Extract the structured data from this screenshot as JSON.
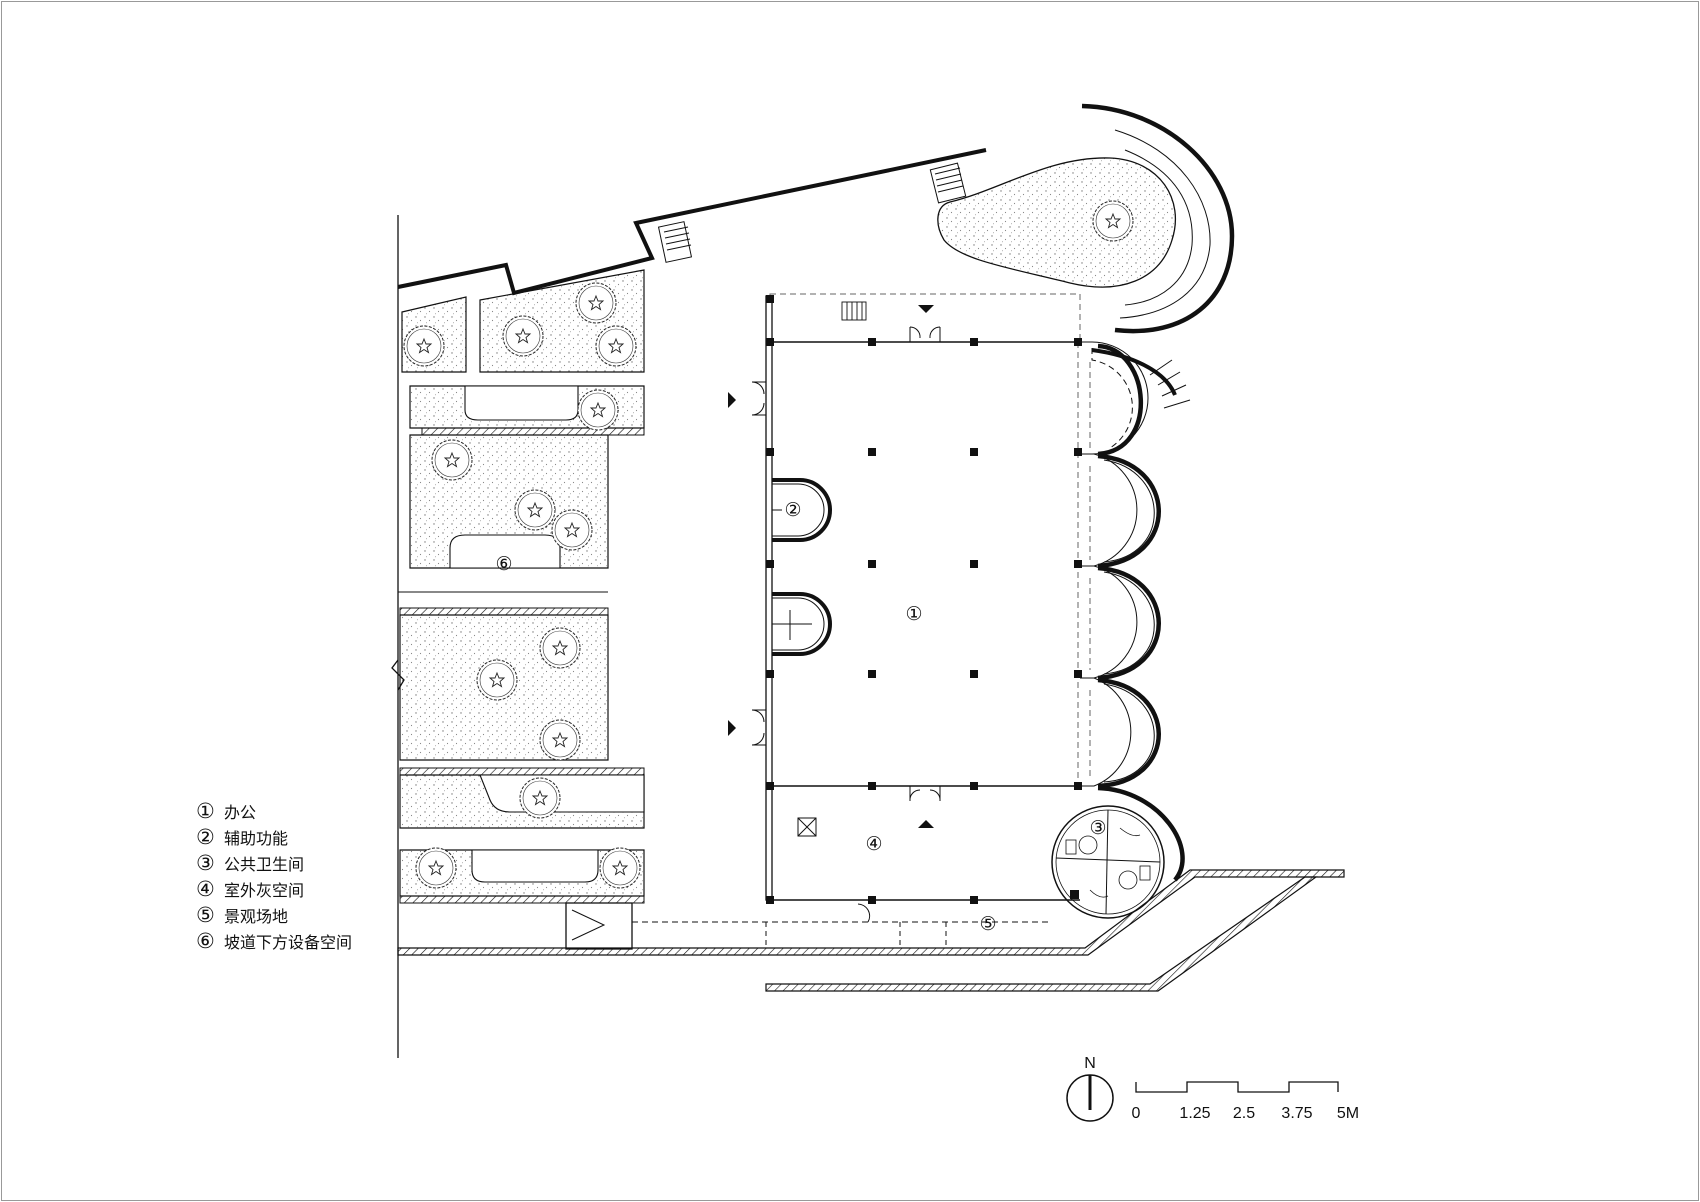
{
  "legend": [
    {
      "num": "①",
      "label": "办公"
    },
    {
      "num": "②",
      "label": "辅助功能"
    },
    {
      "num": "③",
      "label": "公共卫生间"
    },
    {
      "num": "④",
      "label": "室外灰空间"
    },
    {
      "num": "⑤",
      "label": "景观场地"
    },
    {
      "num": "⑥",
      "label": "坡道下方设备空间"
    }
  ],
  "room_tags": {
    "office": "①",
    "auxiliary": "②",
    "toilet": "③",
    "grey_space": "④",
    "landscape": "⑤",
    "equipment": "⑥"
  },
  "north": {
    "label": "N"
  },
  "scale": {
    "ticks": [
      "0",
      "1.25",
      "2.5",
      "3.75",
      "5M"
    ]
  }
}
